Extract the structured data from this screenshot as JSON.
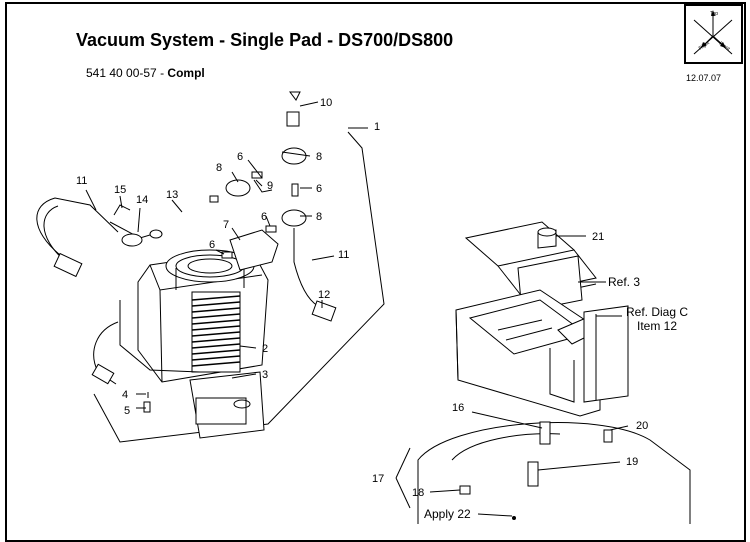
{
  "header": {
    "title": "Vacuum System - Single Pad - DS700/DS800",
    "part_number": "541 40 00-57",
    "separator": " - ",
    "part_suffix": "Compl",
    "date": "12.07.07"
  },
  "orientation": {
    "top": "Top",
    "right": "Right",
    "front": "Front"
  },
  "callouts": {
    "c1": "1",
    "c2": "2",
    "c3": "3",
    "c4": "4",
    "c5": "5",
    "c6a": "6",
    "c6b": "6",
    "c6c": "6",
    "c6d": "6",
    "c7": "7",
    "c8a": "8",
    "c8b": "8",
    "c8c": "8",
    "c9": "9",
    "c10": "10",
    "c11a": "11",
    "c11b": "11",
    "c12": "12",
    "c13": "13",
    "c14": "14",
    "c15": "15",
    "c16": "16",
    "c17": "17",
    "c18": "18",
    "c19": "19",
    "c20": "20",
    "c21": "21",
    "ref3": "Ref. 3",
    "refdiag": "Ref. Diag C",
    "item12": "Item 12",
    "apply22": "Apply 22"
  }
}
